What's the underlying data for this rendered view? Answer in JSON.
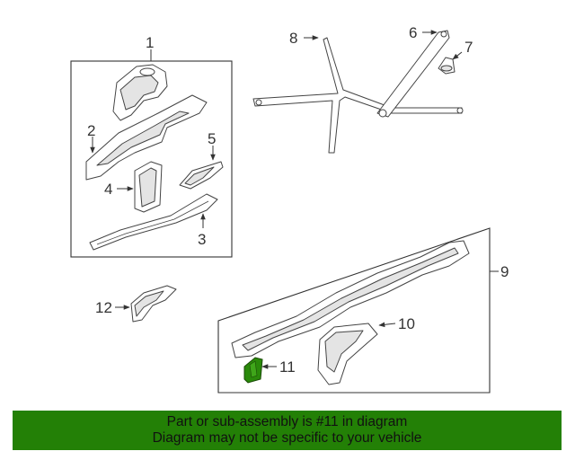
{
  "callouts": [
    {
      "id": "callout-1",
      "label": "1"
    },
    {
      "id": "callout-2",
      "label": "2"
    },
    {
      "id": "callout-3",
      "label": "3"
    },
    {
      "id": "callout-4",
      "label": "4"
    },
    {
      "id": "callout-5",
      "label": "5"
    },
    {
      "id": "callout-6",
      "label": "6"
    },
    {
      "id": "callout-7",
      "label": "7"
    },
    {
      "id": "callout-8",
      "label": "8"
    },
    {
      "id": "callout-9",
      "label": "9"
    },
    {
      "id": "callout-10",
      "label": "10"
    },
    {
      "id": "callout-11",
      "label": "11"
    },
    {
      "id": "callout-12",
      "label": "12"
    }
  ],
  "highlighted_part": "11",
  "colors": {
    "banner_bg": "#238006",
    "highlight_fill": "#2a8a0a",
    "line": "#444444"
  },
  "banner": {
    "line1": "Part or sub-assembly is #11 in diagram",
    "line2": "Diagram may not be specific to your vehicle"
  }
}
